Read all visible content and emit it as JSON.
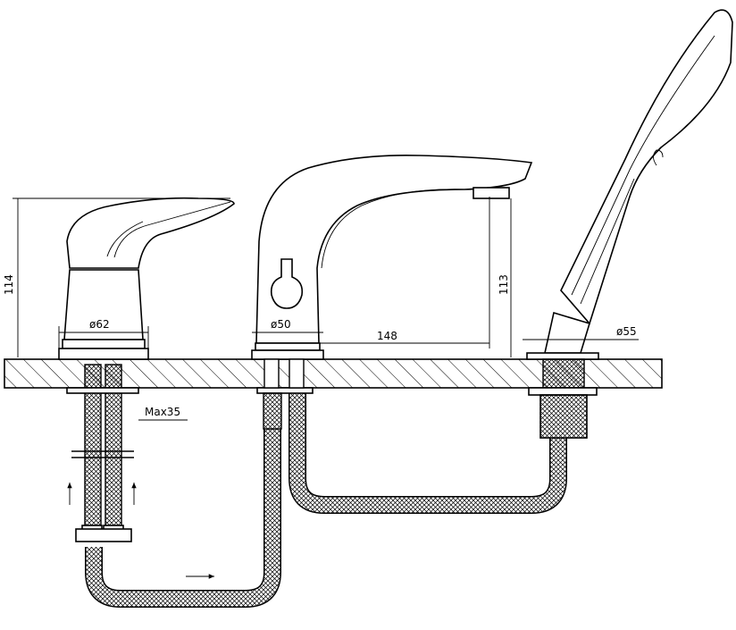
{
  "dimensions": {
    "mixer_height": "114",
    "mixer_diameter": "ø62",
    "spout_diameter": "ø50",
    "spout_reach": "148",
    "spout_height": "113",
    "shower_diameter": "ø55",
    "max_thickness": "Max35"
  },
  "colors": {
    "line": "#000000",
    "background": "#ffffff"
  }
}
